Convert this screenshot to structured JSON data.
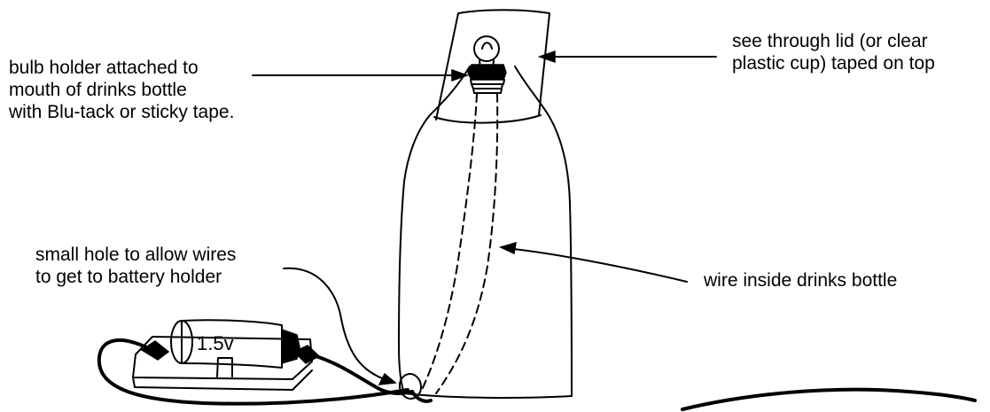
{
  "labels": {
    "bulb_holder": {
      "line1": "bulb holder attached to",
      "line2": "mouth of drinks bottle",
      "line3": "with Blu-tack or sticky tape."
    },
    "lid": {
      "line1": "see through lid (or clear",
      "line2": "plastic cup) taped on top"
    },
    "hole": {
      "line1": "small hole to allow wires",
      "line2": "to get to battery holder"
    },
    "wire": {
      "line1": "wire inside drinks bottle"
    }
  },
  "battery": {
    "voltage_text": "1.5v"
  },
  "colors": {
    "ink": "#000000",
    "paper": "#ffffff"
  }
}
